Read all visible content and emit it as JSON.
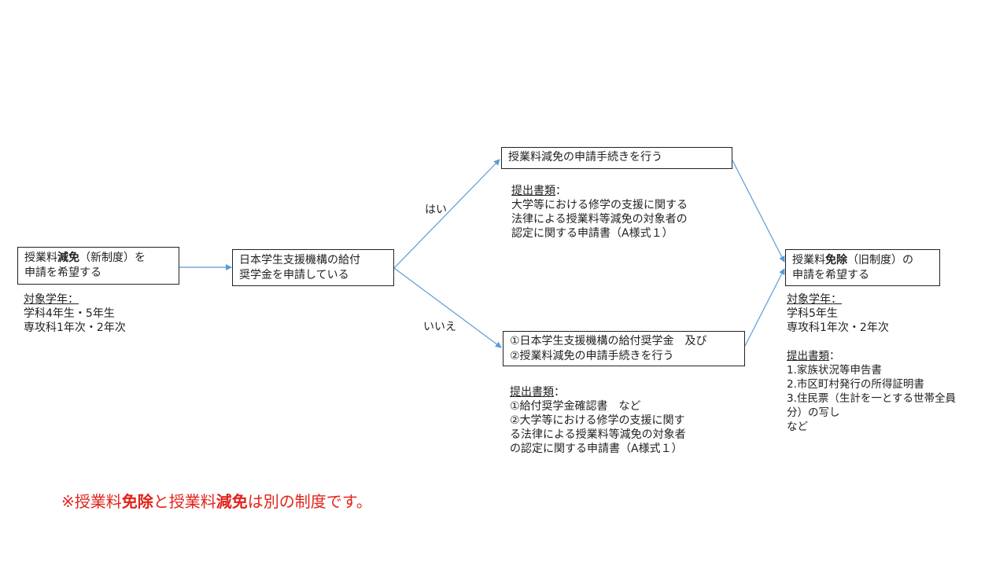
{
  "start": {
    "line1_a": "授業料",
    "line1_b": "減免",
    "line1_c": "（新制度）を",
    "line2": "申請を希望する",
    "target_heading": "対象学年：",
    "target_lines": [
      "学科4年生・5年生",
      "専攻科1年次・2年次"
    ]
  },
  "question": {
    "line1": "日本学生支援機構の給付",
    "line2": "奨学金を申請している"
  },
  "branch_labels": {
    "yes": "はい",
    "no": "いいえ"
  },
  "yes_box": {
    "label": "授業料減免の申請手続きを行う",
    "docs_heading": "提出書類",
    "docs_colon": "：",
    "docs_lines": [
      "大学等における修学の支援に関する",
      "法律による授業料等減免の対象者の",
      "認定に関する申請書（A様式１）"
    ]
  },
  "no_box": {
    "line1": "①日本学生支援機構の給付奨学金　及び",
    "line2": "②授業料減免の申請手続きを行う",
    "docs_heading": "提出書類",
    "docs_colon": "：",
    "docs_lines": [
      "①給付奨学金確認書　など",
      "②大学等における修学の支援に関す",
      "る法律による授業料等減免の対象者",
      "の認定に関する申請書（A様式１）"
    ]
  },
  "end": {
    "line1_a": "授業料",
    "line1_b": "免除",
    "line1_c": "（旧制度）の",
    "line2": "申請を希望する",
    "target_heading": "対象学年：",
    "target_lines": [
      "学科5年生",
      "専攻科1年次・2年次"
    ],
    "docs_heading": "提出書類",
    "docs_colon": "：",
    "docs_lines": [
      "1.家族状況等申告書",
      "2.市区町村発行の所得証明書",
      "3.住民票（生計を一とする世帯全員",
      "分）の写し",
      "など"
    ]
  },
  "note": {
    "a": "※授業料",
    "b": "免除",
    "c": "と授業料",
    "d": "減免",
    "e": "は別の制度です。"
  },
  "colors": {
    "arrow": "#5b9bd5",
    "note": "#e2231a",
    "border": "#222222"
  }
}
